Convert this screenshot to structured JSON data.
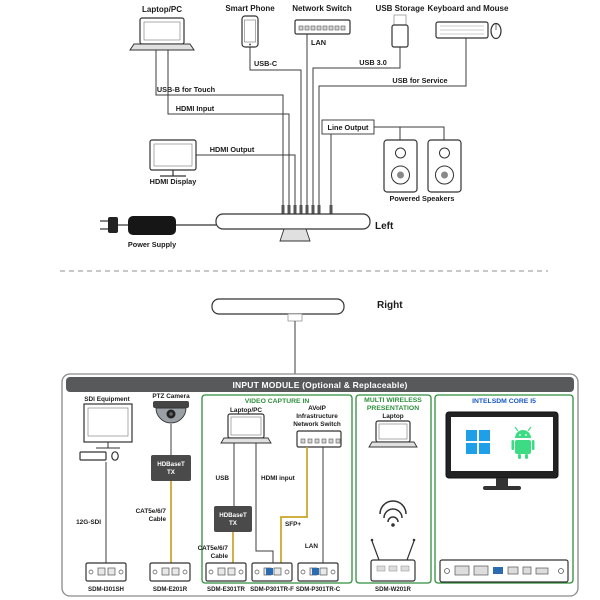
{
  "colors": {
    "accent_green": "#2e8f3c",
    "accent_blue": "#1657c5",
    "cable_yellow": "#c9a227",
    "header_bg": "#58595b",
    "dark_box": "#4a4a4b",
    "line": "#3c3c3c"
  },
  "top": {
    "devices": {
      "laptop": "Laptop/PC",
      "phone": "Smart Phone",
      "net_switch": "Network Switch",
      "usb_storage": "USB Storage",
      "keyboard_mouse": "Keyboard and Mouse"
    },
    "labels": {
      "lan": "LAN",
      "usb_c": "USB-C",
      "usb3": "USB 3.0",
      "usb_b_touch": "USB-B for Touch",
      "usb_service": "USB for Service",
      "hdmi_input": "HDMI Input",
      "hdmi_output": "HDMI Output",
      "line_output": "Line Output",
      "hdmi_display": "HDMI Display",
      "powered_speakers": "Powered Speakers",
      "power_supply": "Power Supply",
      "left": "Left",
      "right": "Right"
    }
  },
  "module": {
    "title": "INPUT MODULE (Optional & Replaceable)",
    "sdi": {
      "device": "SDI Equipment",
      "cable": "12G-SDI",
      "model": "SDM-I301SH"
    },
    "ptz": {
      "device": "PTZ Camera",
      "tx1": "HDBaseT",
      "tx2": "TX",
      "cable1": "CAT5e/6/7",
      "cable2": "Cable",
      "model": "SDM-E201R"
    },
    "vci": {
      "title": "VIDEO CAPTURE IN",
      "laptop": "Laptop/PC",
      "avoip1": "AVoIP",
      "avoip2": "Infrastructure",
      "avoip3": "Network Switch",
      "usb": "USB",
      "hdmi_input": "HDMI input",
      "tx1": "HDBaseT",
      "tx2": "TX",
      "cable1": "CAT5e/6/7",
      "cable2": "Cable",
      "sfp": "SFP+",
      "lan": "LAN",
      "model_e301tr": "SDM-E301TR",
      "model_p301trf": "SDM-P301TR-F",
      "model_p301trc": "SDM-P301TR-C"
    },
    "wireless": {
      "t1": "MULTI WIRELESS",
      "t2": "PRESENTATION",
      "laptop": "Laptop",
      "model": "SDM-W201R"
    },
    "core": {
      "title": "INTELSDM CORE I5"
    }
  }
}
